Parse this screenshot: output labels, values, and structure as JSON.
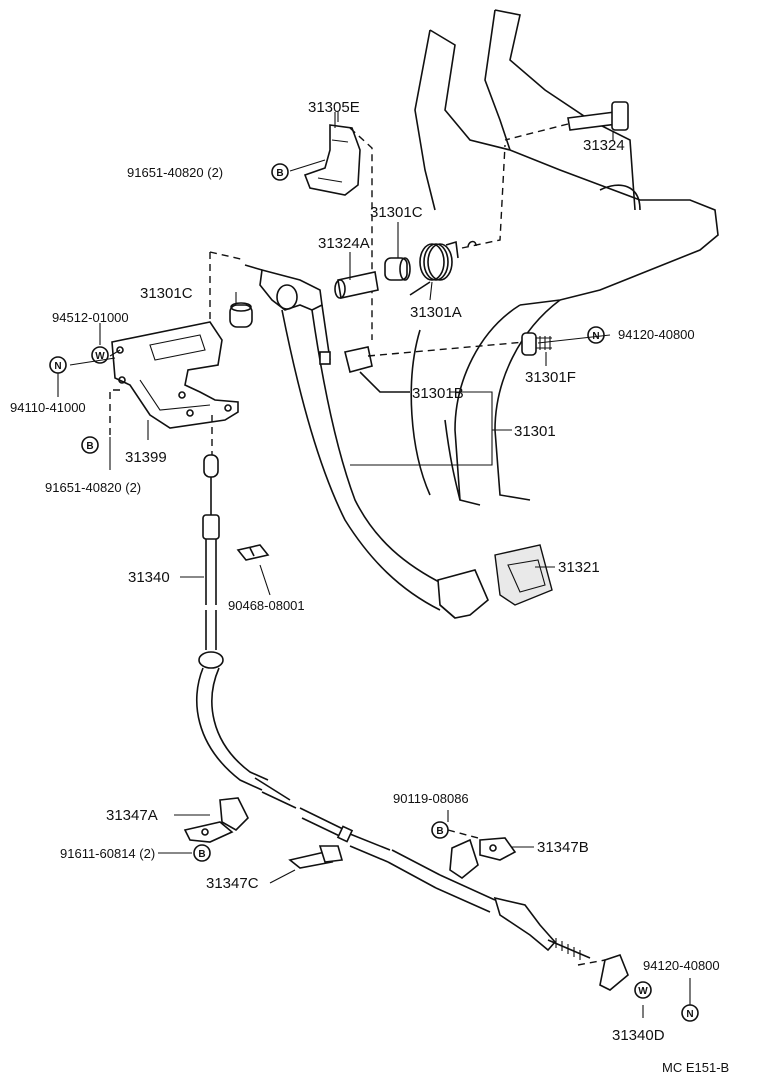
{
  "labels": {
    "p31305E": "31305E",
    "p31324": "31324",
    "p91651_top": "91651-40820 (2)",
    "p31301C_top": "31301C",
    "p31324A": "31324A",
    "p31301C_left": "31301C",
    "p94512": "94512-01000",
    "p31301A": "31301A",
    "p94120_top": "94120-40800",
    "p31301F": "31301F",
    "p94110": "94110-41000",
    "p31301B": "31301B",
    "p31301": "31301",
    "p31399": "31399",
    "p91651_left": "91651-40820 (2)",
    "p31340": "31340",
    "p31321": "31321",
    "p90468": "90468-08001",
    "p90119": "90119-08086",
    "p31347A": "31347A",
    "p31347B": "31347B",
    "p91611": "91611-60814 (2)",
    "p31347C": "31347C",
    "p94120_bottom": "94120-40800",
    "p31340D": "31340D",
    "ref": "MC  E151-B"
  },
  "symbols": {
    "b1": "B",
    "b2": "B",
    "b3": "B",
    "b4": "B",
    "n1": "N",
    "n2": "N",
    "n3": "N",
    "w1": "W",
    "w2": "W"
  }
}
